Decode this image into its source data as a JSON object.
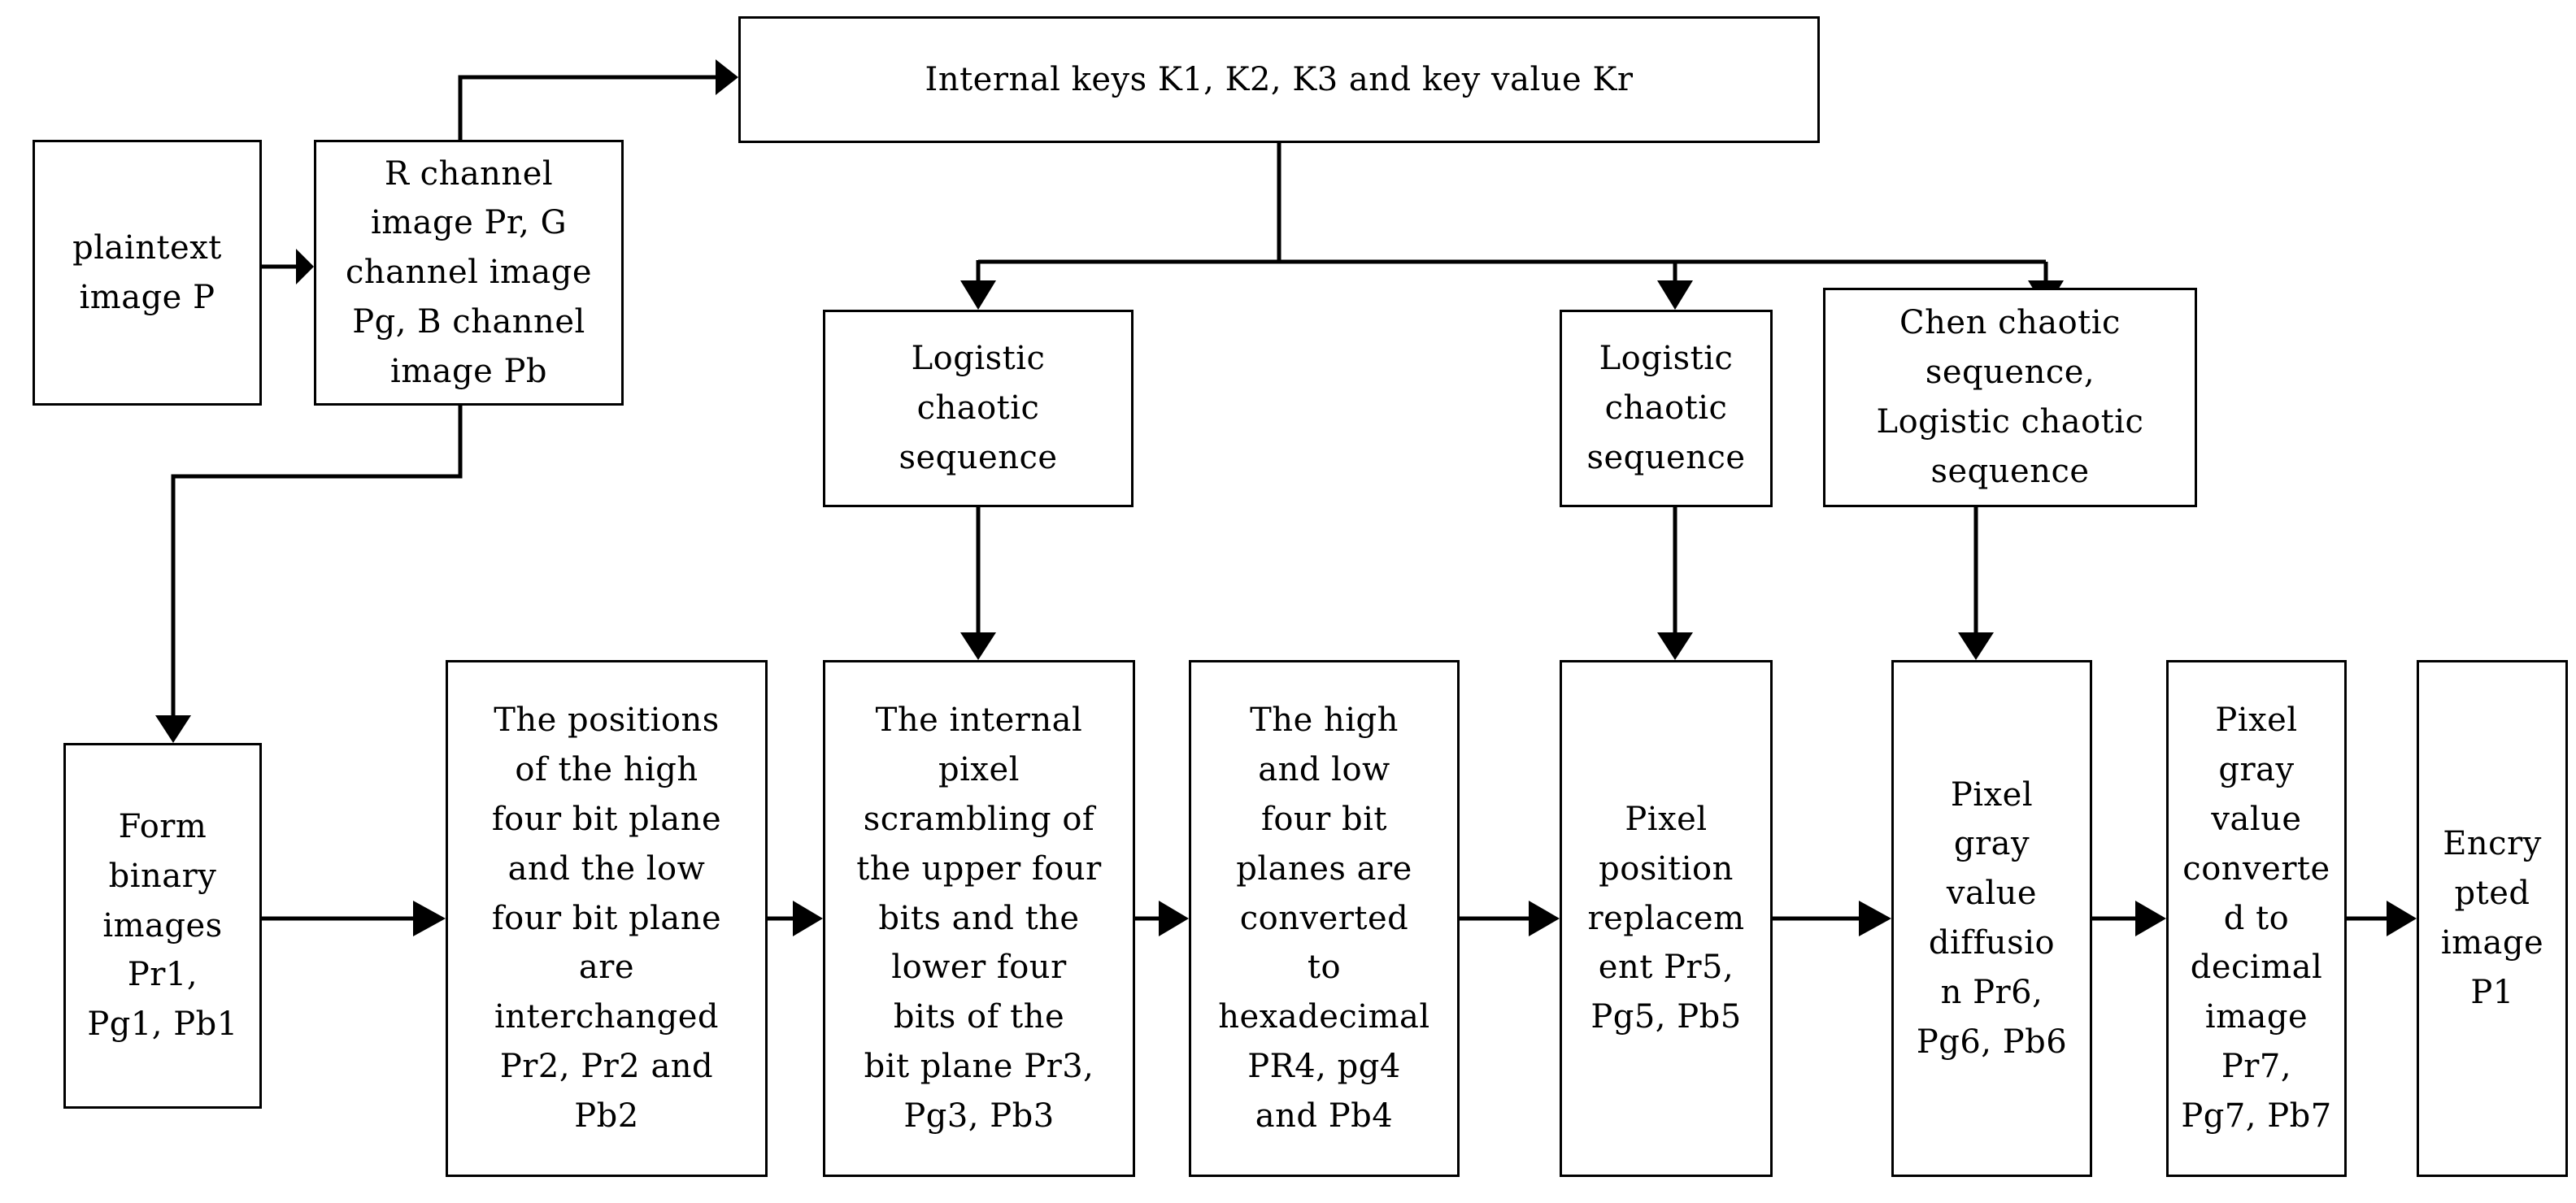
{
  "diagram": {
    "title": "Color image encryption process flowchart",
    "stroke_color": "#000000",
    "background_color": "#ffffff"
  },
  "nodes": {
    "plaintext": {
      "label": "plaintext\nimage P"
    },
    "channels": {
      "label": "R channel\nimage Pr, G\nchannel image\nPg, B channel\nimage Pb"
    },
    "keys": {
      "label": "Internal keys K1, K2, K3 and key value Kr"
    },
    "logistic_a": {
      "label": "Logistic\nchaotic\nsequence"
    },
    "logistic_b": {
      "label": "Logistic\nchaotic\nsequence"
    },
    "chen": {
      "label": "Chen chaotic\nsequence,\nLogistic chaotic\nsequence"
    },
    "step1": {
      "label": "Form\nbinary\nimages\nPr1,\nPg1, Pb1"
    },
    "step2": {
      "label": "The positions\nof the high\nfour bit plane\nand the low\nfour bit plane\nare\ninterchanged\nPr2, Pr2 and\nPb2"
    },
    "step3": {
      "label": "The internal\npixel\nscrambling of\nthe upper four\nbits and the\nlower four\nbits of the\nbit plane Pr3,\nPg3, Pb3"
    },
    "step4": {
      "label": "The high\nand low\nfour bit\nplanes are\nconverted\nto\nhexadecimal\nPR4, pg4\nand Pb4"
    },
    "step5": {
      "label": "Pixel\nposition\nreplacem\nent Pr5,\nPg5, Pb5"
    },
    "step6": {
      "label": "Pixel\ngray\nvalue\ndiffusio\nn Pr6,\nPg6, Pb6"
    },
    "step7": {
      "label": "Pixel\ngray\nvalue\nconverte\nd to\ndecimal\nimage\nPr7,\nPg7, Pb7"
    },
    "output": {
      "label": "Encry\npted\nimage\nP1"
    }
  },
  "connections": [
    {
      "name": "plaintext-to-channels",
      "from": "plaintext",
      "to": "channels",
      "kind": "arrow-right"
    },
    {
      "name": "channels-to-keys",
      "from": "channels",
      "to": "keys",
      "kind": "elbow-up-right-arrow"
    },
    {
      "name": "channels-to-step1",
      "from": "channels",
      "to": "step1",
      "kind": "elbow-down-left-arrow"
    },
    {
      "name": "keys-to-logistic-a",
      "from": "keys",
      "to": "logistic_a",
      "kind": "bus-branch-arrow"
    },
    {
      "name": "keys-to-logistic-b",
      "from": "keys",
      "to": "logistic_b",
      "kind": "bus-branch-arrow"
    },
    {
      "name": "keys-to-chen",
      "from": "keys",
      "to": "chen",
      "kind": "bus-branch-arrow"
    },
    {
      "name": "logistic-a-to-step3",
      "from": "logistic_a",
      "to": "step3",
      "kind": "arrow-down"
    },
    {
      "name": "logistic-b-to-step5",
      "from": "logistic_b",
      "to": "step5",
      "kind": "arrow-down"
    },
    {
      "name": "chen-to-step6",
      "from": "chen",
      "to": "step6",
      "kind": "arrow-down"
    },
    {
      "name": "step1-to-step2",
      "from": "step1",
      "to": "step2",
      "kind": "arrow-right"
    },
    {
      "name": "step2-to-step3",
      "from": "step2",
      "to": "step3",
      "kind": "arrow-right"
    },
    {
      "name": "step3-to-step4",
      "from": "step3",
      "to": "step4",
      "kind": "arrow-right"
    },
    {
      "name": "step4-to-step5",
      "from": "step4",
      "to": "step5",
      "kind": "arrow-right"
    },
    {
      "name": "step5-to-step6",
      "from": "step5",
      "to": "step6",
      "kind": "arrow-right"
    },
    {
      "name": "step6-to-step7",
      "from": "step6",
      "to": "step7",
      "kind": "arrow-right"
    },
    {
      "name": "step7-to-output",
      "from": "step7",
      "to": "output",
      "kind": "arrow-right"
    }
  ]
}
